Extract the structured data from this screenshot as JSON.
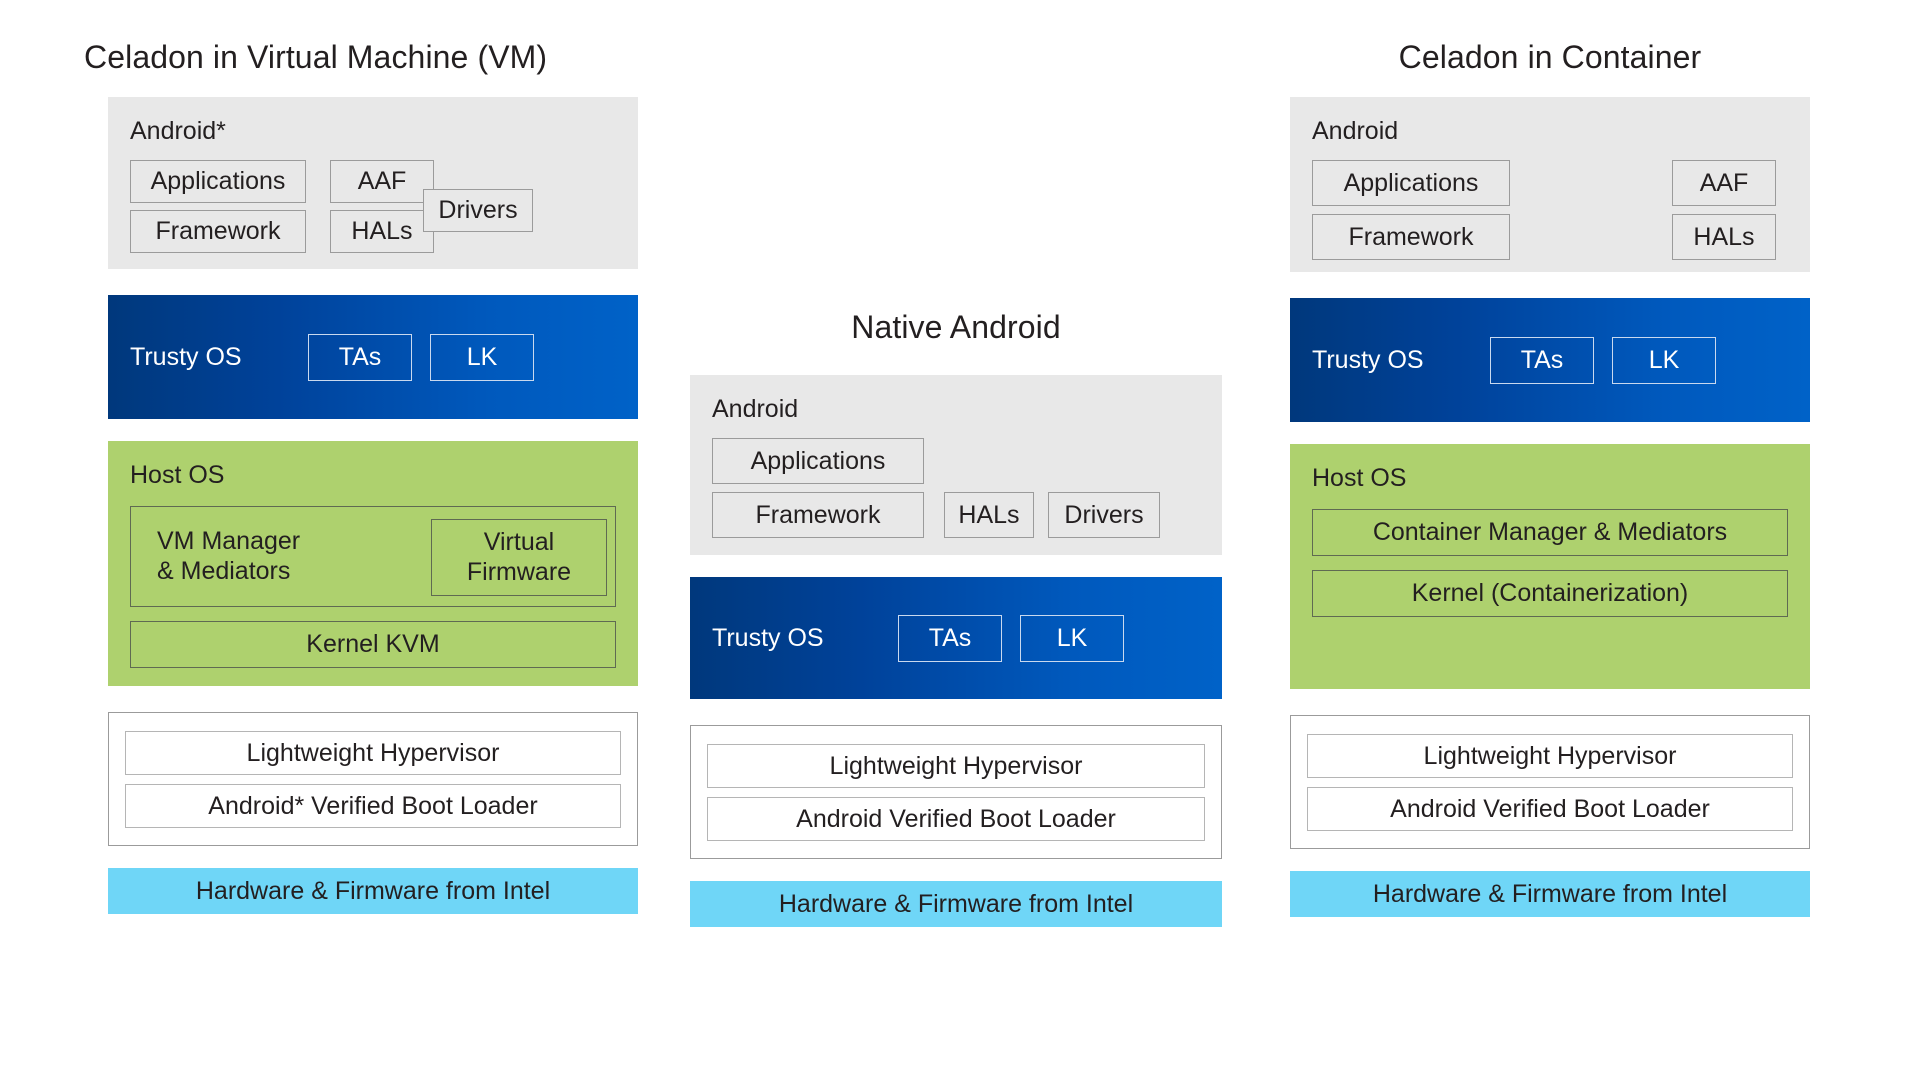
{
  "diagram": {
    "title_hidden": "",
    "colors": {
      "android_block_bg": "#e8e8e8",
      "trusty_blue_dark": "#00387c",
      "trusty_blue_light": "#0062c8",
      "host_green": "#aed16e",
      "hardware_cyan": "#6fd6f7",
      "chip_border": "#9b9b9b",
      "text": "#231f20",
      "boot_block_bg": "#ffffff"
    }
  },
  "columns": {
    "vm": {
      "title": "Celadon in Virtual Machine (VM)",
      "android": {
        "label": "Android*",
        "applications": "Applications",
        "framework": "Framework",
        "aaf": "AAF",
        "hals": "HALs",
        "drivers": "Drivers"
      },
      "trusty": {
        "label": "Trusty OS",
        "tas": "TAs",
        "lk": "LK"
      },
      "host": {
        "label": "Host OS",
        "vm_manager": "VM Manager\n& Mediators",
        "vm_manager_line1": "VM Manager",
        "vm_manager_line2": "& Mediators",
        "virtual_firmware_line1": "Virtual",
        "virtual_firmware_line2": "Firmware",
        "kernel": "Kernel KVM"
      },
      "boot": {
        "hypervisor": "Lightweight Hypervisor",
        "boot_loader": "Android* Verified Boot Loader"
      },
      "hardware": "Hardware & Firmware from Intel"
    },
    "native": {
      "title": "Native Android",
      "android": {
        "label": "Android",
        "applications": "Applications",
        "framework": "Framework",
        "hals": "HALs",
        "drivers": "Drivers"
      },
      "trusty": {
        "label": "Trusty OS",
        "tas": "TAs",
        "lk": "LK"
      },
      "boot": {
        "hypervisor": "Lightweight Hypervisor",
        "boot_loader": "Android Verified Boot Loader"
      },
      "hardware": "Hardware & Firmware from Intel"
    },
    "container": {
      "title": "Celadon in Container",
      "android": {
        "label": "Android",
        "applications": "Applications",
        "framework": "Framework",
        "aaf": "AAF",
        "hals": "HALs"
      },
      "trusty": {
        "label": "Trusty OS",
        "tas": "TAs",
        "lk": "LK"
      },
      "host": {
        "label": "Host OS",
        "container_manager": "Container Manager & Mediators",
        "kernel": "Kernel (Containerization)"
      },
      "boot": {
        "hypervisor": "Lightweight Hypervisor",
        "boot_loader": "Android Verified Boot Loader"
      },
      "hardware": "Hardware & Firmware from Intel"
    }
  }
}
